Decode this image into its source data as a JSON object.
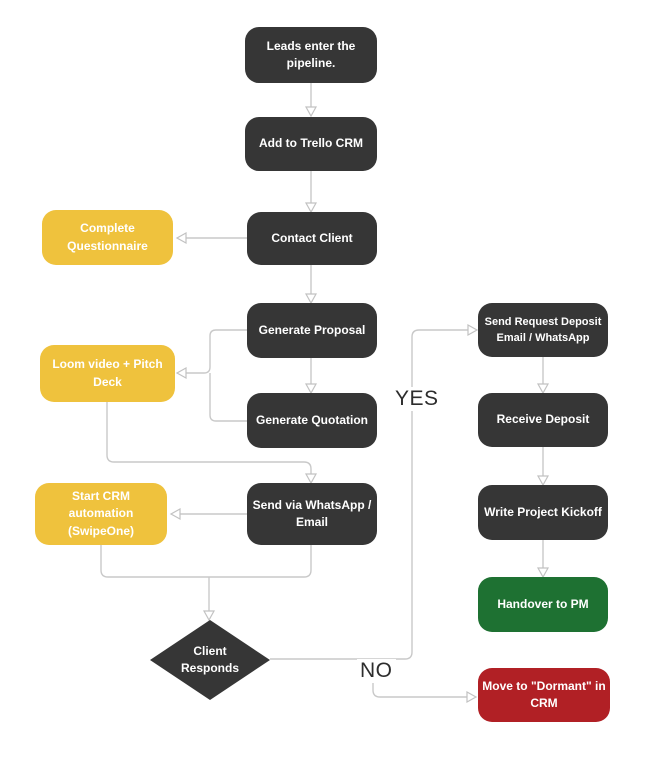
{
  "diagram": {
    "type": "flowchart",
    "nodes": {
      "leads": {
        "label": "Leads enter the pipeline.",
        "color": "dark"
      },
      "add_trello": {
        "label": "Add to Trello CRM",
        "color": "dark"
      },
      "contact_client": {
        "label": "Contact Client",
        "color": "dark"
      },
      "complete_questionnaire": {
        "label": "Complete Questionnaire",
        "color": "yellow"
      },
      "generate_proposal": {
        "label": "Generate Proposal",
        "color": "dark"
      },
      "loom_pitch": {
        "label": "Loom video + Pitch Deck",
        "color": "yellow"
      },
      "generate_quotation": {
        "label": "Generate Quotation",
        "color": "dark"
      },
      "start_crm_automation": {
        "label": "Start CRM automation (SwipeOne)",
        "color": "yellow"
      },
      "send_whatsapp_email": {
        "label": "Send via WhatsApp / Email",
        "color": "dark"
      },
      "client_responds": {
        "label": "Client Responds",
        "color": "dark",
        "shape": "diamond"
      },
      "send_request_deposit": {
        "label": "Send Request Deposit Email / WhatsApp",
        "color": "dark"
      },
      "receive_deposit": {
        "label": "Receive Deposit",
        "color": "dark"
      },
      "write_project_kickoff": {
        "label": "Write Project Kickoff",
        "color": "dark"
      },
      "handover_pm": {
        "label": "Handover to PM",
        "color": "green"
      },
      "move_dormant": {
        "label": "Move to \"Dormant\" in CRM",
        "color": "red"
      }
    },
    "edge_labels": {
      "yes": "YES",
      "no": "NO"
    },
    "colors": {
      "dark": "#363636",
      "yellow": "#efc23d",
      "green": "#1e7132",
      "red": "#b12025",
      "node_text": "#ffffff",
      "connector": "#c9c9c9",
      "edge_label_text": "#2d2d2d",
      "background": "#ffffff"
    }
  }
}
